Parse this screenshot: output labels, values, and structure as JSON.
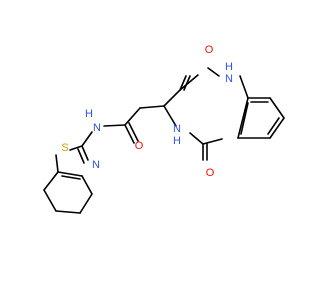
{
  "atoms": {
    "O1": "O",
    "NH_top": "H",
    "N_top": "N",
    "NH_mid": "H",
    "N_mid": "N",
    "O_lactam": "O",
    "O_amide": "O",
    "N_amide": "N",
    "H_amide": "H",
    "S": "S",
    "N_thiazole": "N"
  },
  "colors": {
    "bond": "#000000",
    "oxygen": "#ff0d0d",
    "nitrogen": "#3050f8",
    "sulfur": "#c6a700"
  }
}
